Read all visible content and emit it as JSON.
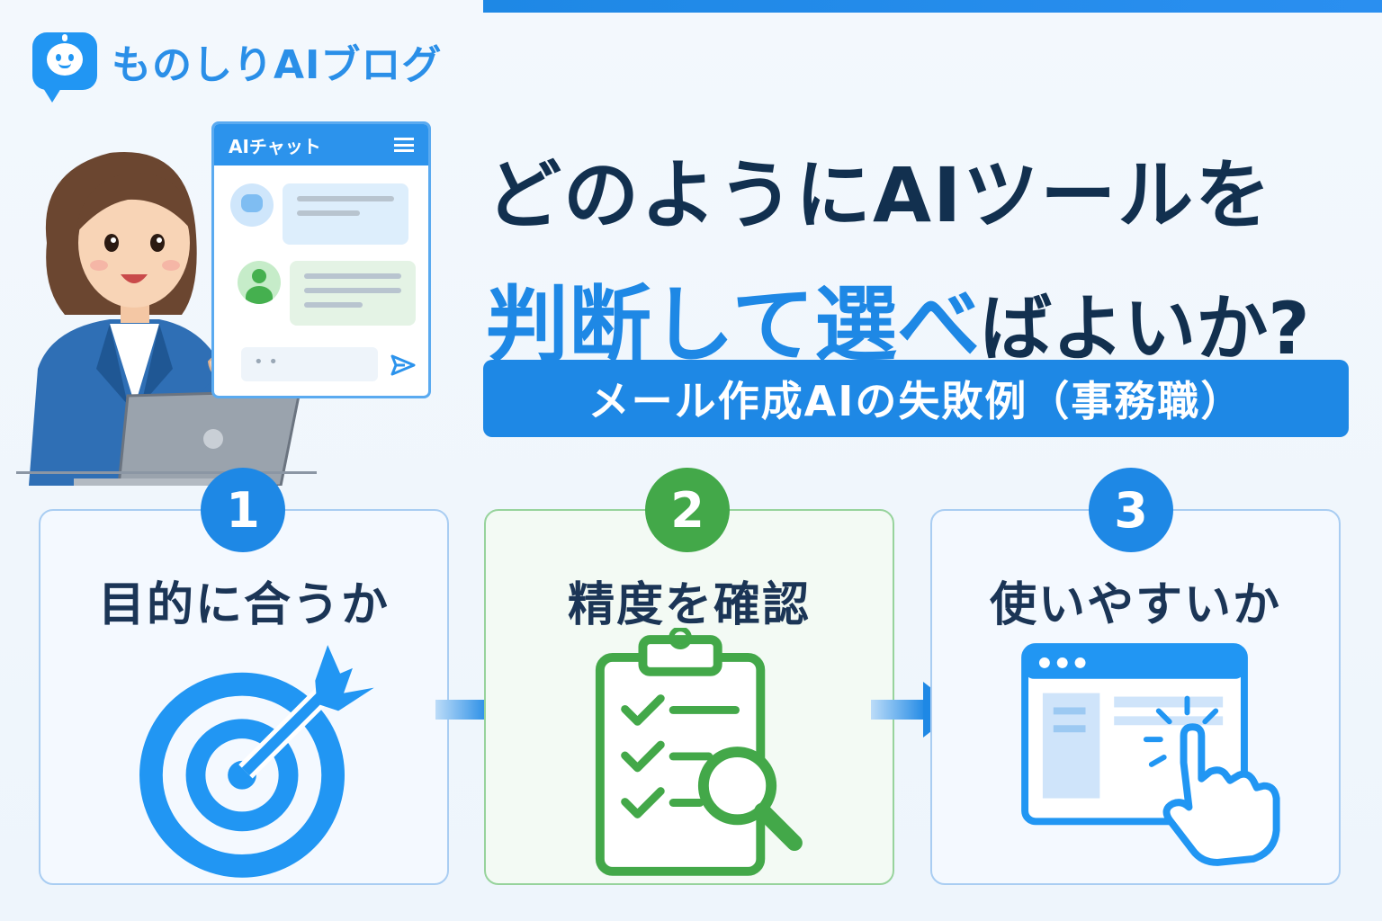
{
  "brand": {
    "name": "ものしりAIブログ",
    "accent": "#1e88e5",
    "green": "#43a849",
    "dark": "#12304f"
  },
  "headline": {
    "line1": "どのようにAIツールを",
    "line2_blue": "判断して選べ",
    "line2_dark": "ばよいか?"
  },
  "subtitle": "メール作成AIの失敗例（事務職）",
  "chat": {
    "title": "AIチャット",
    "input_placeholder": "• •",
    "icons": [
      "menu-icon",
      "bot-avatar-icon",
      "user-avatar-icon",
      "send-icon"
    ]
  },
  "steps": [
    {
      "number": "1",
      "title": "目的に合うか",
      "icon": "target-icon"
    },
    {
      "number": "2",
      "title": "精度を確認",
      "icon": "clipboard-search-icon"
    },
    {
      "number": "3",
      "title": "使いやすいか",
      "icon": "browser-click-icon"
    }
  ]
}
